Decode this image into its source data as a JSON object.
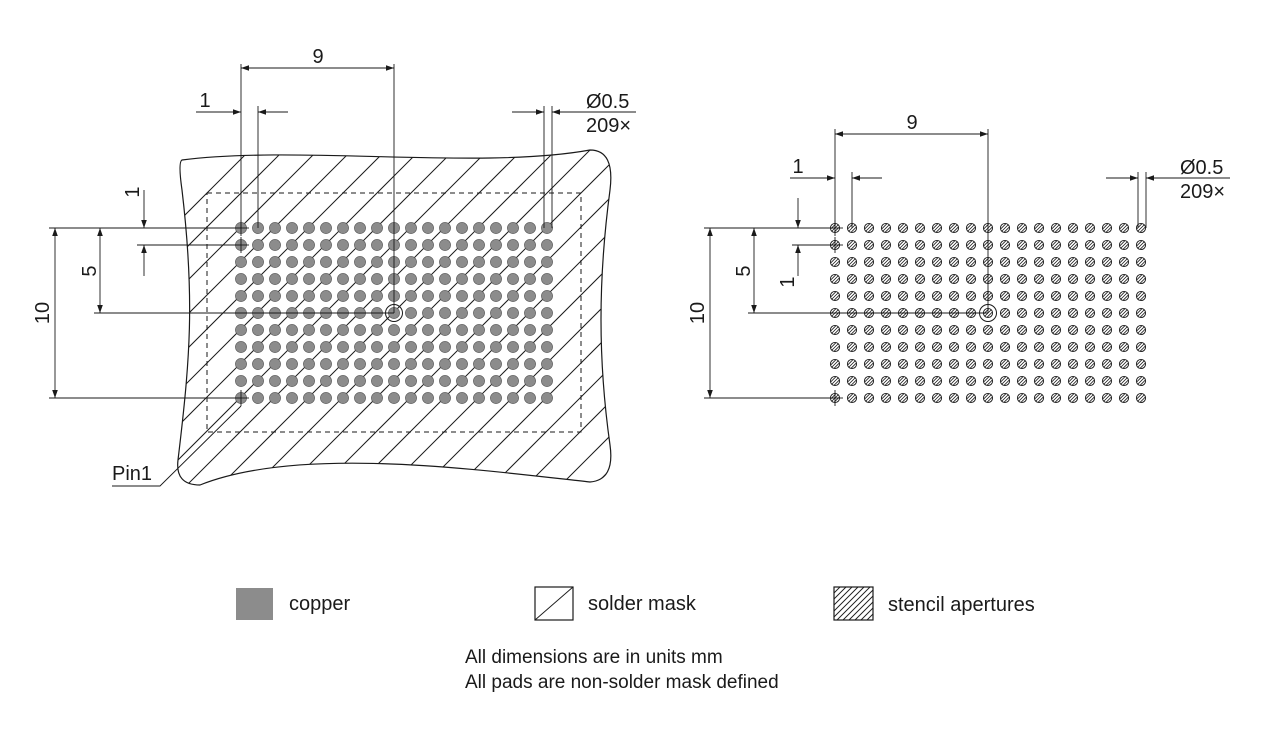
{
  "drawing": {
    "left_view": {
      "dim_top_pitch_span": "9",
      "dim_top_pitch_single": "1",
      "dim_ball": {
        "diameter": "Ø0.5",
        "count": "209×"
      },
      "dim_left_pitch_single": "1",
      "dim_left_half": "5",
      "dim_left_span": "10",
      "pin1_label": "Pin1"
    },
    "right_view": {
      "dim_top_pitch_span": "9",
      "dim_top_pitch_single": "1",
      "dim_ball": {
        "diameter": "Ø0.5",
        "count": "209×"
      },
      "dim_left_pitch_single": "1",
      "dim_left_half": "5",
      "dim_left_span": "10"
    },
    "grid": {
      "columns": 19,
      "rows": 11
    }
  },
  "legend": {
    "copper": "copper",
    "solder_mask": "solder mask",
    "stencil": "stencil apertures"
  },
  "notes": {
    "units": "All dimensions are in units mm",
    "pads": "All pads are non-solder mask defined"
  },
  "colors": {
    "copper": "#8c8c8c",
    "line": "#1a1a1a"
  }
}
